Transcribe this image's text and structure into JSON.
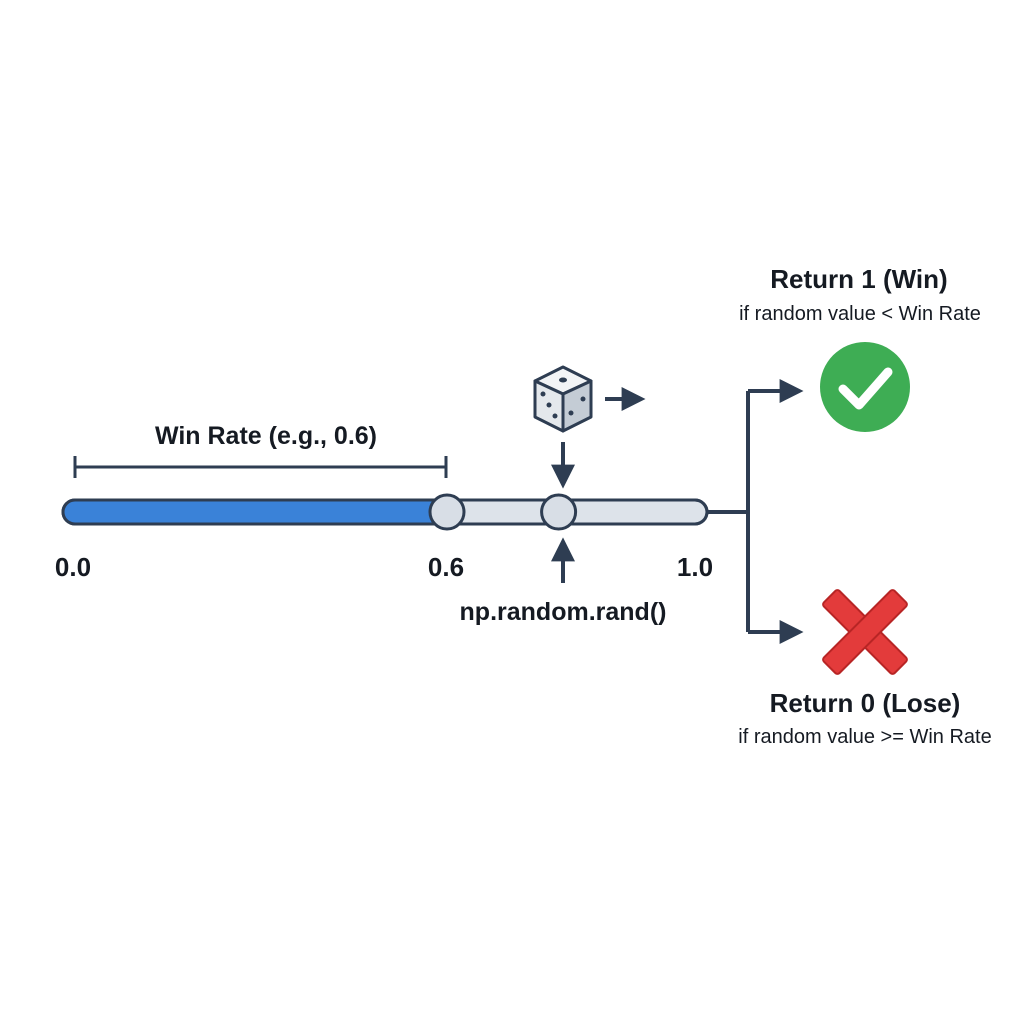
{
  "win_rate_label": "Win Rate (e.g., 0.6)",
  "scale": {
    "start_label": "0.0",
    "threshold_label": "0.6",
    "end_label": "1.0",
    "threshold_value": 0.6,
    "random_value": 0.78
  },
  "random_call_label": "np.random.rand()",
  "win_outcome": {
    "title": "Return 1 (Win)",
    "condition": "if random value < Win Rate"
  },
  "lose_outcome": {
    "title": "Return 0 (Lose)",
    "condition": "if random value >= Win Rate"
  },
  "icons": {
    "dice": "dice-icon",
    "win": "check-circle-icon",
    "lose": "cross-icon"
  },
  "colors": {
    "win_fill": "#3a82d8",
    "track_fill": "#dde3ea",
    "line": "#2e3d52",
    "success": "#3ead54",
    "danger": "#e33b3b"
  }
}
